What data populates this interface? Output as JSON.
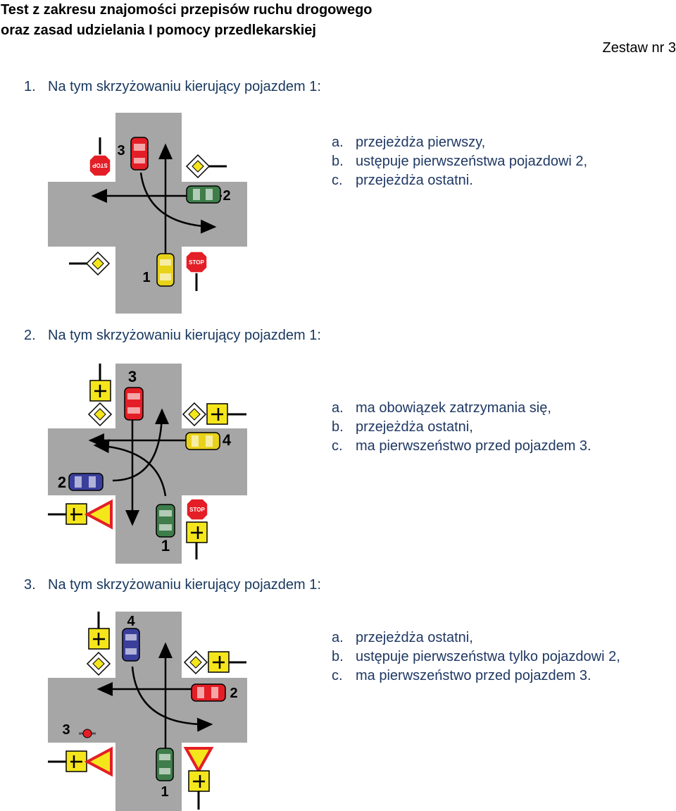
{
  "header": {
    "title_line1": "Test z zakresu znajomości przepisów ruchu drogowego",
    "title_line2": "oraz zasad udzielania I pomocy przedlekarskiej",
    "set_label": "Zestaw nr 3"
  },
  "questions": [
    {
      "number": "1.",
      "text": "Na tym skrzyżowaniu kierujący pojazdem 1:",
      "answers": [
        {
          "letter": "a.",
          "text": "przejeżdża pierwszy,"
        },
        {
          "letter": "b.",
          "text": "ustępuje pierwszeństwa pojazdowi 2,"
        },
        {
          "letter": "c.",
          "text": "przejeżdża ostatni."
        }
      ],
      "figure": {
        "vehicle_labels": [
          "1",
          "2",
          "3"
        ],
        "sign_text": "STOP"
      }
    },
    {
      "number": "2.",
      "text": "Na tym skrzyżowaniu kierujący pojazdem 1:",
      "answers": [
        {
          "letter": "a.",
          "text": "ma obowiązek zatrzymania się,"
        },
        {
          "letter": "b.",
          "text": "przejeżdża ostatni,"
        },
        {
          "letter": "c.",
          "text": "ma pierwszeństwo przed pojazdem 3."
        }
      ],
      "figure": {
        "vehicle_labels": [
          "1",
          "2",
          "3",
          "4"
        ],
        "sign_text": "STOP"
      }
    },
    {
      "number": "3.",
      "text": "Na tym skrzyżowaniu kierujący pojazdem 1:",
      "answers": [
        {
          "letter": "a.",
          "text": "przejeżdża ostatni,"
        },
        {
          "letter": "b.",
          "text": "ustępuje pierwszeństwa tylko pojazdowi 2,"
        },
        {
          "letter": "c.",
          "text": "ma pierwszeństwo przed pojazdem 3."
        }
      ],
      "figure": {
        "vehicle_labels": [
          "1",
          "2",
          "3",
          "4"
        ]
      }
    }
  ],
  "colors": {
    "road": "#a6a6a6",
    "car_red": "#e41e26",
    "car_green": "#3f7d4a",
    "car_yellow": "#e8d21a",
    "car_blue": "#3a3f9c",
    "sign_red": "#e41e26",
    "sign_yellow": "#f5e61c",
    "question_text": "#17375e"
  },
  "icons": [
    "stop-sign-icon",
    "priority-road-sign-icon",
    "yield-sign-icon",
    "priority-shape-plate-icon",
    "car-icon",
    "bicycle-icon",
    "arrow-icon"
  ]
}
